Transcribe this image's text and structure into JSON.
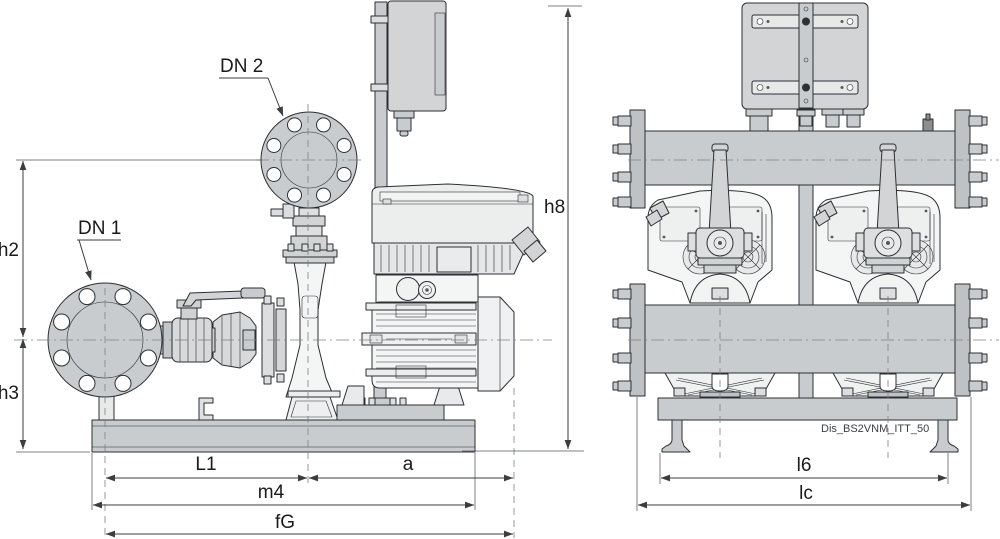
{
  "drawing": {
    "callouts": {
      "dn2": "DN 2",
      "dn1": "DN 1"
    },
    "dimensions": {
      "h2": "h2",
      "h3": "h3",
      "h8": "h8",
      "L1": "L1",
      "a": "a",
      "m4": "m4",
      "fG": "fG",
      "l6": "l6",
      "lc": "lc"
    },
    "drawing_code": "Dis_BS2VNM_ITT_50",
    "colors": {
      "part_fill": "#c9ccce",
      "part_fill_light": "#f4f5f5",
      "outline": "#2b2f33",
      "dimension_lines": "#3a3e42",
      "centerlines": "#7d8184",
      "text": "#1a1a1a",
      "background": "#ffffff"
    }
  }
}
